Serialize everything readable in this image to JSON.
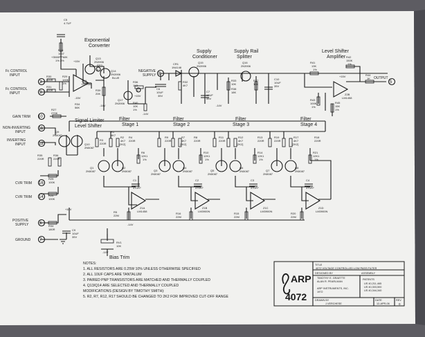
{
  "blocks": {
    "exp_converter": [
      "Exponential",
      "Converter"
    ],
    "supply_conditioner": [
      "Supply",
      "Conditioner"
    ],
    "supply_rail_splitter": [
      "Supply Rail",
      "Splitter"
    ],
    "level_shifter_amp": [
      "Level Shifter",
      "Amplifier"
    ],
    "signal_limiter": [
      "Signal Limiter",
      "Level Shifter"
    ],
    "filter_stage_1": [
      "Filter",
      "Stage 1"
    ],
    "filter_stage_2": [
      "Filter",
      "Stage 2"
    ],
    "filter_stage_3": [
      "Filter",
      "Stage 3"
    ],
    "filter_stage_4": [
      "Filter",
      "Stage 4"
    ],
    "bias_trim": "Bias Trim"
  },
  "ports": {
    "fc_control_1": {
      "label": [
        "Fc CONTROL",
        "INPUT"
      ],
      "num": "3"
    },
    "fc_control_2": {
      "label": [
        "Fc CONTROL",
        "INPUT"
      ],
      "num": "9"
    },
    "gain_trim": {
      "label": [
        "GAIN TRIM"
      ],
      "num": "10"
    },
    "non_inv": {
      "label": [
        "NON-INVERTING",
        "INPUT"
      ],
      "num": "11"
    },
    "inv": {
      "label": [
        "INVERTING",
        "INPUT"
      ],
      "num": "12"
    },
    "cvr_trim_16": {
      "label": [
        "CVR TRIM"
      ],
      "num": "16"
    },
    "cvr_trim_14": {
      "label": [
        "CVR TRIM"
      ],
      "num": "14"
    },
    "pos_supply": {
      "label": [
        "POSITIVE",
        "SUPPLY"
      ],
      "num": "6"
    },
    "ground": {
      "label": [
        "GROUND"
      ],
      "num": "7"
    },
    "neg_supply": {
      "label": [
        "NEGATIVE",
        "SUPPLY"
      ],
      "num": "8"
    },
    "output": {
      "label": [
        "OUTPUT"
      ],
      "num": "5"
    },
    "cap_4": {
      "num": "4"
    },
    "cap_2": {
      "num": "2"
    }
  },
  "components": {
    "c5": [
      "C5",
      "4.7UF"
    ],
    "r28": [
      "R28",
      "1007",
      "+3500PPM/K",
      "1% 3%"
    ],
    "r29": [
      "R29",
      "100K",
      "1%"
    ],
    "r30": [
      "R30",
      "220R"
    ],
    "r31": [
      "R31",
      "220R"
    ],
    "z1a": [
      "Z1A",
      "LM1458"
    ],
    "r34": [
      "R34",
      "56K"
    ],
    "q13": [
      "Q13",
      "2N3906",
      "RED"
    ],
    "q14": [
      "Q14",
      "2N3906",
      "BLUE"
    ],
    "r39": [
      "R39",
      "20K"
    ],
    "q17": [
      "Q17",
      "2N3906"
    ],
    "r36": [
      "R36",
      "1K3"
    ],
    "r40": [
      "R40",
      "10K",
      "1%"
    ],
    "cr1": [
      "CR1",
      "1N4148"
    ],
    "q15": [
      "Q15",
      "2N3906"
    ],
    "r32": [
      "R32",
      "4K7"
    ],
    "c6": [
      "C6",
      "10UF",
      "35V"
    ],
    "c7": [
      "C7",
      "10UF",
      "35V"
    ],
    "q16": [
      "Q16",
      "2N3906"
    ],
    "r33": [
      "R33",
      "10K"
    ],
    "r38": [
      "R38",
      "18K"
    ],
    "r37": [
      "R37",
      "10K"
    ],
    "c10": [
      "C10",
      "10UF",
      "35V"
    ],
    "r41": [
      "R41",
      "13K",
      "1%"
    ],
    "r42": [
      "R42",
      "150K",
      "1%"
    ],
    "z2b": [
      "Z2B",
      "LM1458"
    ],
    "r44": [
      "R44",
      "1K"
    ],
    "r43": [
      "R43",
      "100K",
      "1%"
    ],
    "r45": [
      "R45",
      "15K",
      "1%"
    ],
    "r27": [
      "R27",
      "270K"
    ],
    "q9": [
      "Q9",
      "2N5087"
    ],
    "q10": [
      "Q10",
      "2N5087"
    ],
    "r35": [
      "R35",
      "220R"
    ],
    "r36b": [
      "R36",
      "220R"
    ],
    "r25": [
      "R25",
      "100K"
    ],
    "r26": [
      "R26",
      "100K"
    ],
    "r34b": [
      "R34",
      "180R"
    ],
    "c9": [
      "C9",
      "10UF",
      "35V"
    ],
    "rv1": [
      "RV1",
      "10K"
    ],
    "r1": [
      "R1",
      "4K7"
    ],
    "r2": [
      "R2",
      "4K7",
      "[2K2]"
    ],
    "r3": [
      "R3",
      "220R"
    ],
    "r4": [
      "R4",
      "220R"
    ],
    "q1": [
      "Q1",
      "2N5087"
    ],
    "q2": [
      "Q2",
      "2N5087"
    ],
    "c1": [
      "C1",
      "470PF"
    ],
    "z1b": [
      "Z1A",
      "LM1458"
    ],
    "r5": [
      "R5",
      "22M"
    ],
    "r6": [
      "R6",
      "12K1",
      "1%"
    ],
    "r9": [
      "R9",
      "220R"
    ],
    "r7": [
      "R7",
      "4K7",
      "[2K2]"
    ],
    "r8": [
      "R8",
      "220R"
    ],
    "q3": [
      "Q3",
      "2N5087"
    ],
    "q4": [
      "Q4",
      "2N5087"
    ],
    "c2": [
      "C2",
      "470PF"
    ],
    "z1c": [
      "Z1B",
      "LM3900N"
    ],
    "r16": [
      "R16",
      "22M"
    ],
    "r10": [
      "R10",
      "12K1",
      "1%"
    ],
    "r11": [
      "R11",
      "220R"
    ],
    "r12": [
      "R12",
      "4K7",
      "[2K2]"
    ],
    "r13": [
      "R13",
      "220R"
    ],
    "q5": [
      "Q5",
      "2N5087"
    ],
    "q6": [
      "Q6",
      "2N5087"
    ],
    "c3": [
      "C3",
      "470PF"
    ],
    "z1d": [
      "Z1C",
      "LM3900N"
    ],
    "r15": [
      "R15",
      "22M"
    ],
    "r14": [
      "R14",
      "12K1",
      "1%"
    ],
    "r19": [
      "R19",
      "220R"
    ],
    "r17": [
      "R17",
      "4K7",
      "[2K2]"
    ],
    "r18": [
      "R18",
      "220R"
    ],
    "q7": [
      "Q7",
      "2N5087"
    ],
    "q8": [
      "Q8",
      "2N5087"
    ],
    "c4": [
      "C4",
      "470PF"
    ],
    "z1e": [
      "Z1D",
      "LM3900N"
    ],
    "r20": [
      "R20",
      "22M"
    ],
    "r21": [
      "R21",
      "12K1",
      "1%"
    ]
  },
  "rails": {
    "plus15": "+15V",
    "minus15": "-15V",
    "minus14": "-14V",
    "plus10": "+10V"
  },
  "notes": [
    "NOTES:",
    "1. ALL RESISTORS ARE 0.25W 10% UNLESS OTHERWISE SPECIFIED",
    "2. ALL 10UF CAPS ARE TANTALUM",
    "3. PAIRED PNP TRANSISTORS ARE MATCHED AND THERMALLY COUPLED",
    "4. Q13/Q14 ARE SELECTED AND THERMALLY COUPLED",
    "MODIFICATIONS (DESIGN BY TIMOTHY SMITH):",
    "5. R2, R7, R12, R17 SHOULD BE CHANGED TO 2K2 FOR IMPROVED CUT-OFF RANGE"
  ],
  "title_block": {
    "logo": "ARP",
    "model": "4072",
    "title_label": "TITLE",
    "title_value": "4072 VOLTAGE CONTROLLED LOW PASS FILTER",
    "designed_label": "DESIGNED BY",
    "designed_value": [
      "TIMOTHY E. GRAETTE",
      "ALAN R. PEARLMAN"
    ],
    "assembly_label": "ASSEMBLY",
    "patents_label": "PATENTS",
    "patents_value": [
      "US 40,211,465",
      "US 40,303,500",
      "US 40,344,340"
    ],
    "company": [
      "ARP INSTRUMENTS, INC.",
      "1972"
    ],
    "drawn_label": "DRAWN BY",
    "drawn_value": "J.VERCHESE",
    "date_label": "DATE",
    "date_value": "12-APR-06",
    "rev_label": "REV",
    "rev_value": "0"
  }
}
